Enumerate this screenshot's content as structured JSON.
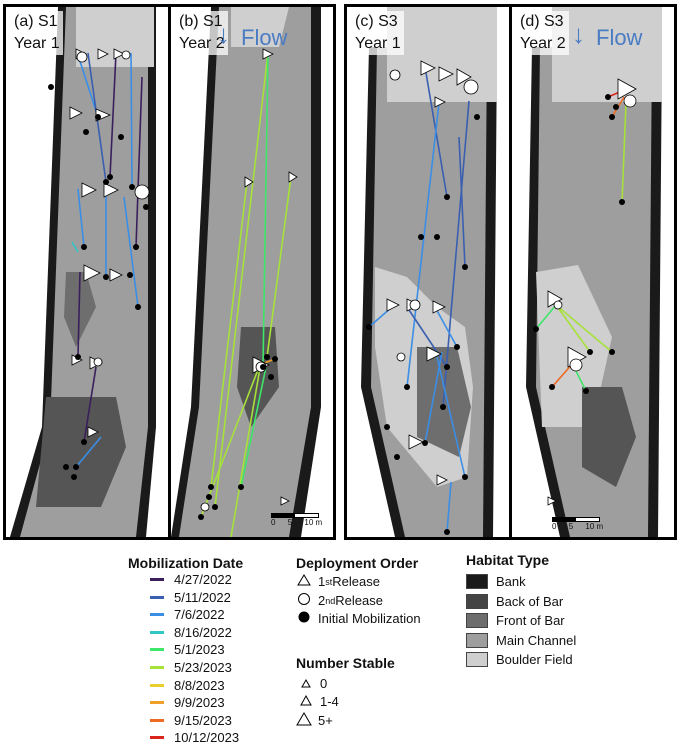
{
  "panels": [
    {
      "id": "a",
      "line1": "(a) S1",
      "line2": "Year 1"
    },
    {
      "id": "b",
      "line1": "(b) S1",
      "line2": "Year 2"
    },
    {
      "id": "c",
      "line1": "(c) S3",
      "line2": "Year 1"
    },
    {
      "id": "d",
      "line1": "(d) S3",
      "line2": "Year 2"
    }
  ],
  "flow_label": "Flow",
  "flow_arrow": "↓",
  "scale": {
    "zero": "0",
    "five": "5",
    "ten": "10 m"
  },
  "mobilization": {
    "title": "Mobilization Date",
    "dates": [
      {
        "label": "4/27/2022",
        "color": "#3b1f5c"
      },
      {
        "label": "5/11/2022",
        "color": "#3a5fb0"
      },
      {
        "label": "7/6/2022",
        "color": "#3b8ee6"
      },
      {
        "label": "8/16/2022",
        "color": "#2fc6c6"
      },
      {
        "label": "5/1/2023",
        "color": "#3ee66a"
      },
      {
        "label": "5/23/2023",
        "color": "#a6e23a"
      },
      {
        "label": "8/8/2023",
        "color": "#e8cf2a"
      },
      {
        "label": "9/9/2023",
        "color": "#f0a02a"
      },
      {
        "label": "9/15/2023",
        "color": "#ee6a22"
      },
      {
        "label": "10/12/2023",
        "color": "#d9261c"
      }
    ]
  },
  "deployment": {
    "title": "Deployment Order",
    "first": "1",
    "first_sup": "st",
    "first_rest": " Release",
    "second": "2",
    "second_sup": "nd",
    "second_rest": " Release",
    "initial": "Initial Mobilization"
  },
  "stable": {
    "title": "Number Stable",
    "items": [
      "0",
      "1-4",
      "5+"
    ]
  },
  "habitat": {
    "title": "Habitat Type",
    "items": [
      {
        "label": "Bank",
        "color": "#1a1a1a"
      },
      {
        "label": "Back of Bar",
        "color": "#444444"
      },
      {
        "label": "Front of Bar",
        "color": "#6e6e6e"
      },
      {
        "label": "Main Channel",
        "color": "#9e9e9e"
      },
      {
        "label": "Boulder Field",
        "color": "#cfcfcf"
      }
    ]
  }
}
